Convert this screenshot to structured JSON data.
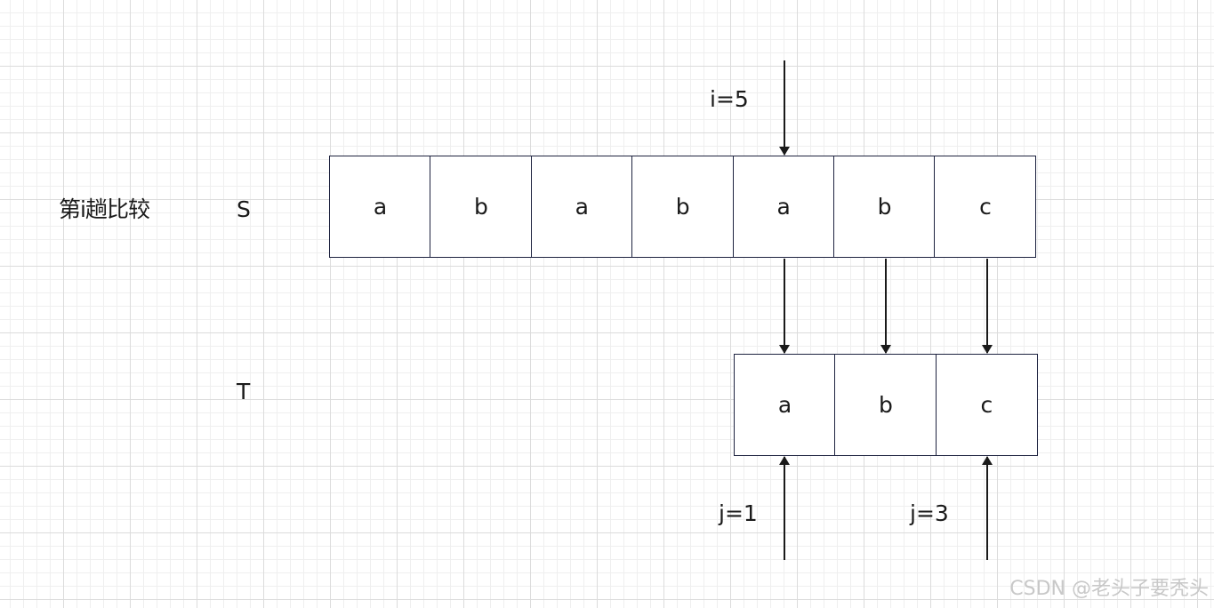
{
  "labels": {
    "title": "第i趟比较",
    "row_s": "S",
    "row_t": "T",
    "pointer_i": "i=5",
    "pointer_j1": "j=1",
    "pointer_j3": "j=3"
  },
  "string_s": [
    "a",
    "b",
    "a",
    "b",
    "a",
    "b",
    "c"
  ],
  "string_t": [
    "a",
    "b",
    "c"
  ],
  "watermark": "CSDN @老头子要秃头",
  "colors": {
    "cell_border": "#1e2340",
    "arrow": "#1a1a1a",
    "grid": "#dcdcdc"
  }
}
